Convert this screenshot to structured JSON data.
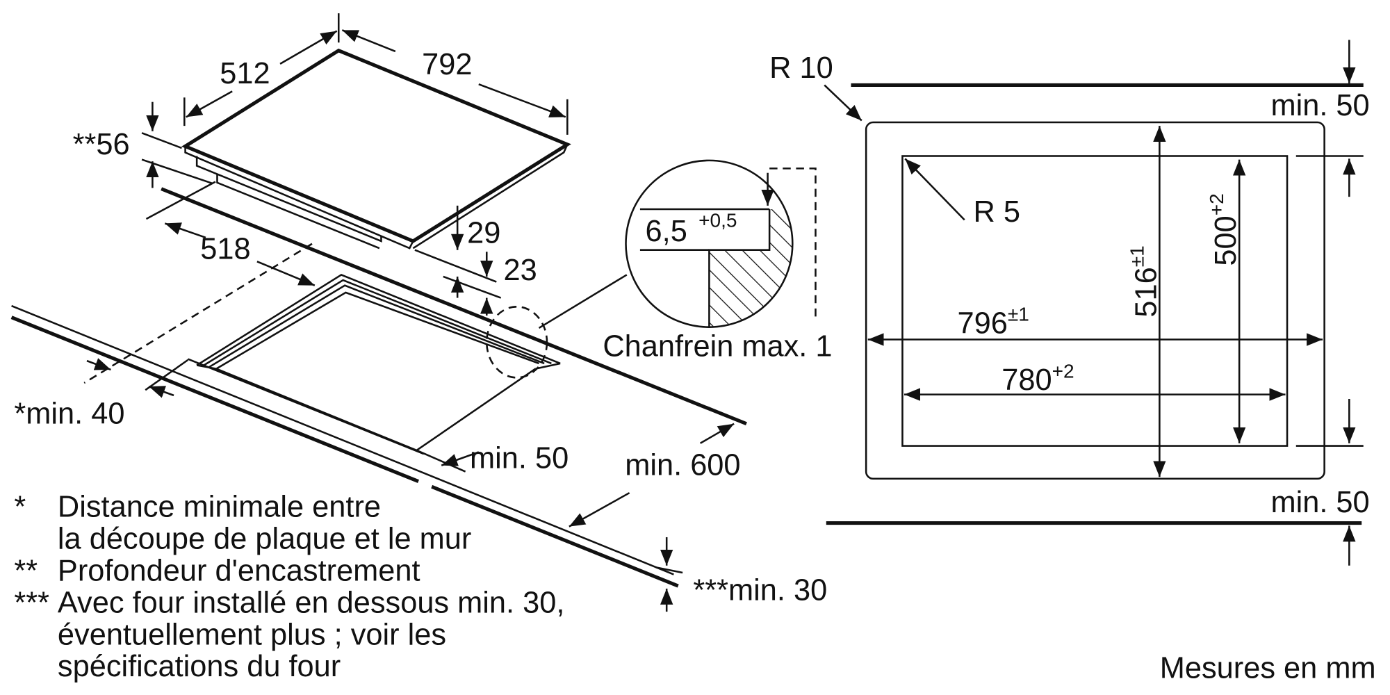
{
  "hob": {
    "width": "792",
    "depth": "512",
    "installation_depth": "**56",
    "body_depth": "518",
    "dim_29": "29",
    "dim_23": "23"
  },
  "detail": {
    "dim_main": "6,5",
    "dim_tol": "+0,5",
    "chamfer": "Chanfrein max. 1"
  },
  "clearances": {
    "wall": "*min. 40",
    "front": "min. 50",
    "worktop_depth": "min. 600",
    "under": "***min. 30"
  },
  "footnotes": [
    {
      "mark": "*",
      "lines": [
        "Distance minimale entre",
        "la découpe de plaque et le mur"
      ]
    },
    {
      "mark": "**",
      "lines": [
        "Profondeur d'encastrement"
      ]
    },
    {
      "mark": "***",
      "lines": [
        "Avec four installé en dessous min. 30,",
        "éventuellement plus ; voir les",
        "spécifications du four"
      ]
    }
  ],
  "cutout": {
    "outer_radius": "R 10",
    "inner_radius": "R 5",
    "top_clearance": "min. 50",
    "bottom_clearance": "min. 50",
    "outer_width": "796",
    "outer_width_tol": "±1",
    "inner_width": "780",
    "inner_width_tol": "+2",
    "outer_depth": "516",
    "outer_depth_tol": "±1",
    "inner_depth": "500",
    "inner_depth_tol": "+2"
  },
  "units_note": "Mesures en mm"
}
